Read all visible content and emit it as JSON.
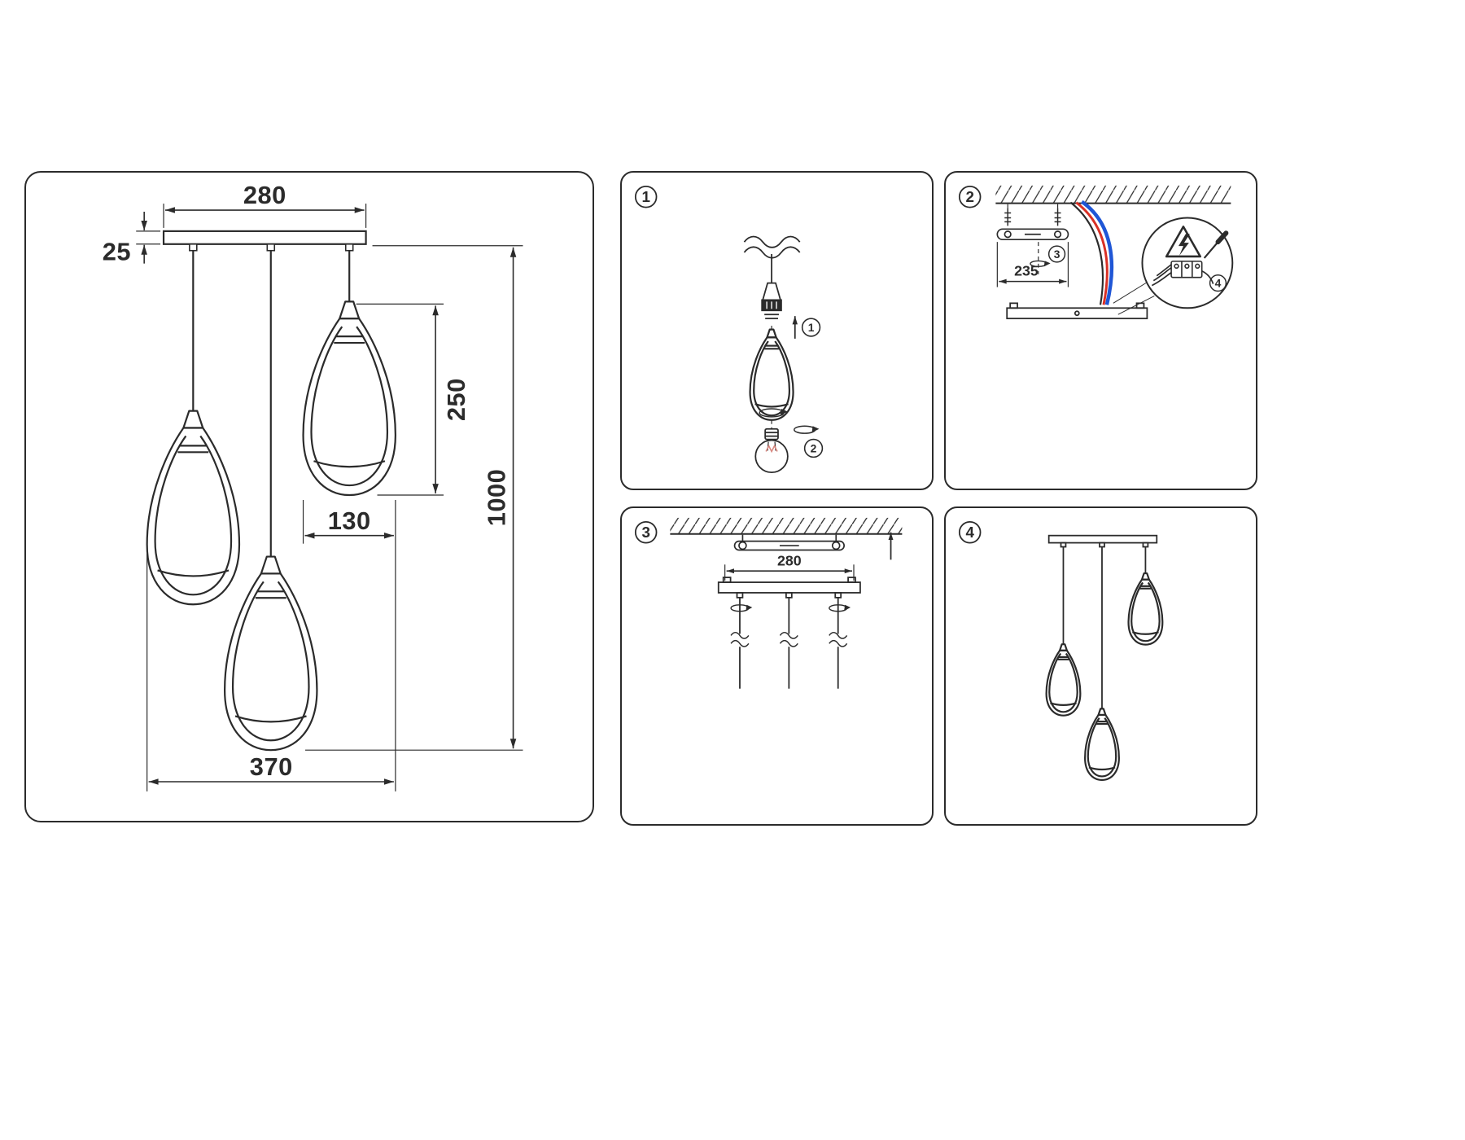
{
  "colors": {
    "line": "#2b2b2b",
    "wire_red": "#d93025",
    "wire_blue": "#1f56d6",
    "filament": "#d98880"
  },
  "main": {
    "dim_canopy_width": "280",
    "dim_canopy_height": "25",
    "dim_shade_height": "250",
    "dim_shade_width": "130",
    "dim_total_drop": "1000",
    "dim_overall_width": "370"
  },
  "step1": {
    "number": "1",
    "callout_shade": "1",
    "callout_bulb": "2"
  },
  "step2": {
    "number": "2",
    "dim_bracket": "235",
    "callout_canopy": "3",
    "callout_wiring": "4"
  },
  "step3": {
    "number": "3",
    "dim_canopy_width": "280"
  },
  "step4": {
    "number": "4"
  }
}
